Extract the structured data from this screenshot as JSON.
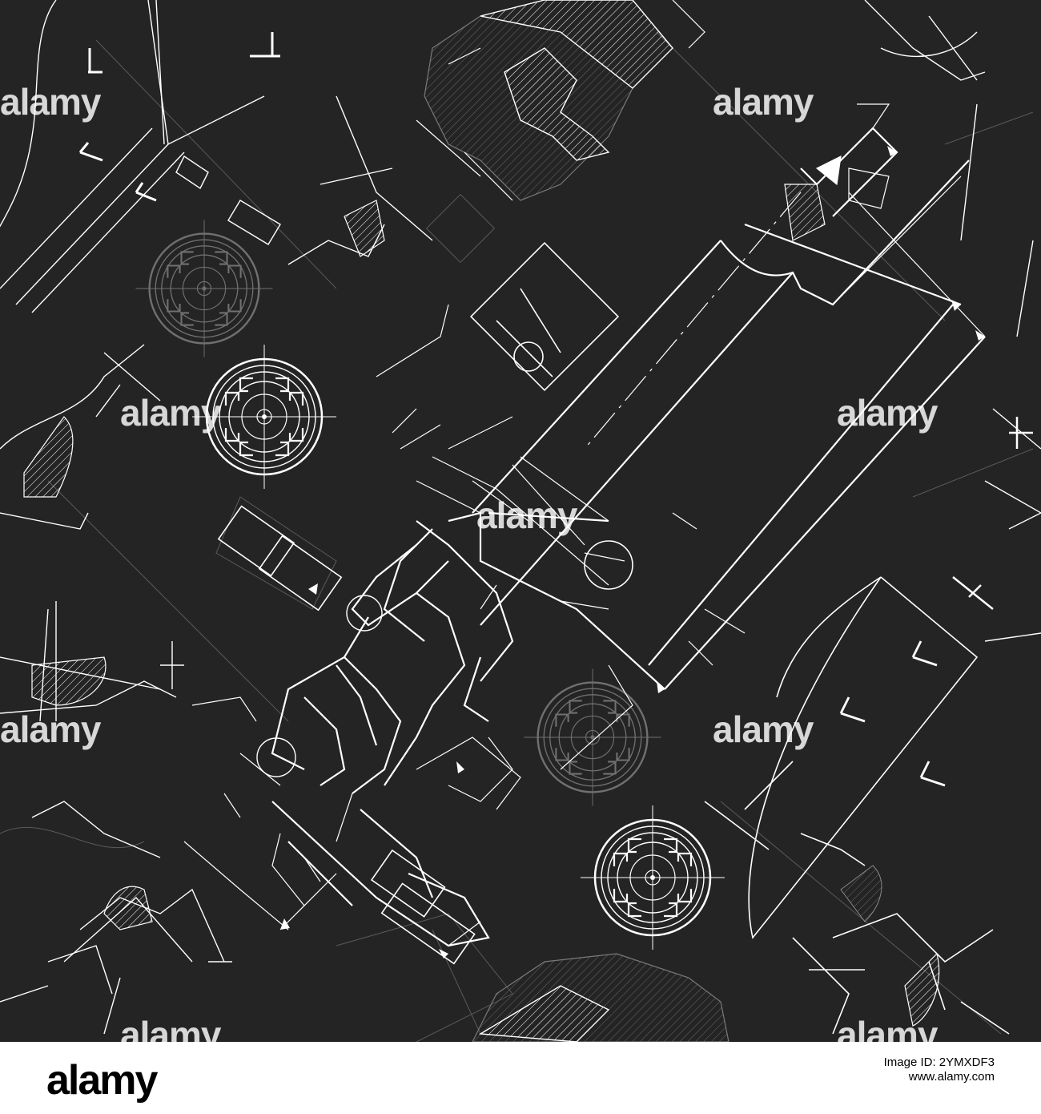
{
  "watermark": "alamy",
  "footer": {
    "logo": "alamy",
    "image_id_label": "Image ID: 2YMXDF3",
    "site": "www.alamy.com"
  },
  "colors": {
    "background": "#242424",
    "lines": "#ffffff",
    "faint_lines": "#5c5c5c",
    "footer_background": "#ffffff"
  }
}
